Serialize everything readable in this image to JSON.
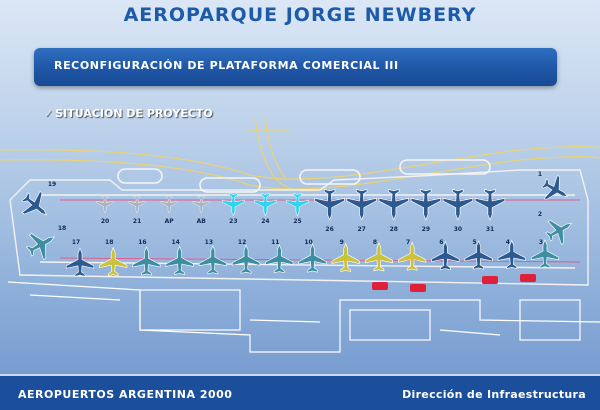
{
  "header": {
    "title": "AEROPARQUE JORGE NEWBERY"
  },
  "banner": {
    "text": "RECONFIGURACIÓN DE PLATAFORMA COMERCIAL III"
  },
  "section": {
    "check_glyph": "✓",
    "label": "SITUACION DE PROYECTO"
  },
  "footer": {
    "left": "AEROPUERTOS ARGENTINA 2000",
    "right": "Dirección de Infraestructura"
  },
  "colors": {
    "title_blue": "#1d5aa8",
    "banner_blue": "#1f56a6",
    "footer_blue": "#1b4f9c",
    "taxiway_line": "#e8d27a",
    "stand_line": "#e05a8a",
    "plane_navy": "#2c5a8e",
    "plane_teal": "#3c8ea0",
    "plane_cyan": "#2fd3ee",
    "plane_yellow": "#c9c23a",
    "plane_gray": "#aab3c0",
    "vehicle_red": "#e0203a"
  },
  "stands": {
    "upper": [
      {
        "label": "20",
        "kind": "gray"
      },
      {
        "label": "21",
        "kind": "gray"
      },
      {
        "label": "AP",
        "kind": "gray"
      },
      {
        "label": "AB",
        "kind": "gray"
      },
      {
        "label": "23",
        "kind": "cyan"
      },
      {
        "label": "24",
        "kind": "cyan"
      },
      {
        "label": "25",
        "kind": "cyan"
      },
      {
        "label": "26",
        "kind": "navy"
      },
      {
        "label": "27",
        "kind": "navy"
      },
      {
        "label": "28",
        "kind": "navy"
      },
      {
        "label": "29",
        "kind": "navy"
      },
      {
        "label": "30",
        "kind": "navy"
      },
      {
        "label": "31",
        "kind": "navy"
      }
    ],
    "lower": [
      {
        "label": "17",
        "kind": "navy"
      },
      {
        "label": "18",
        "kind": "yellow"
      },
      {
        "label": "16",
        "kind": "teal"
      },
      {
        "label": "14",
        "kind": "teal"
      },
      {
        "label": "13",
        "kind": "teal"
      },
      {
        "label": "12",
        "kind": "teal"
      },
      {
        "label": "11",
        "kind": "teal"
      },
      {
        "label": "10",
        "kind": "teal"
      },
      {
        "label": "9",
        "kind": "yellow"
      },
      {
        "label": "8",
        "kind": "yellow"
      },
      {
        "label": "7",
        "kind": "yellow"
      },
      {
        "label": "6",
        "kind": "navy"
      },
      {
        "label": "5",
        "kind": "navy"
      },
      {
        "label": "4",
        "kind": "navy"
      },
      {
        "label": "3",
        "kind": "teal"
      }
    ],
    "left": [
      {
        "label": "19",
        "kind": "navy"
      },
      {
        "label": "18",
        "kind": "teal"
      }
    ],
    "right": [
      {
        "label": "1",
        "kind": "navy"
      },
      {
        "label": "2",
        "kind": "teal"
      }
    ]
  }
}
